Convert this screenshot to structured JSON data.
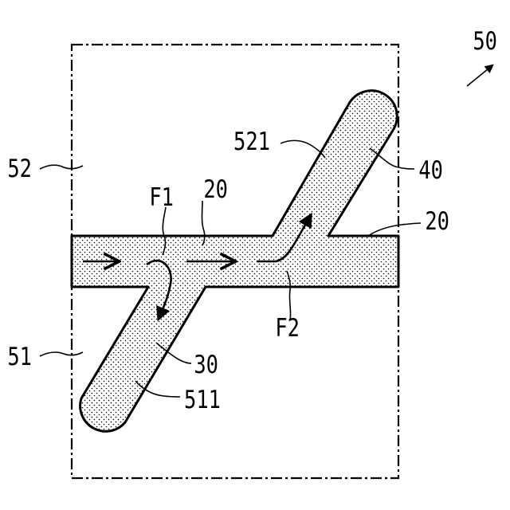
{
  "labels": {
    "assembly": "50",
    "region_upper": "52",
    "region_lower": "51",
    "main_channel_left": "20",
    "main_channel_right": "20",
    "branch_upper": "40",
    "branch_lower": "30",
    "branch_upper_wall": "521",
    "branch_lower_wall": "511",
    "flow_1": "F1",
    "flow_2": "F2"
  },
  "colors": {
    "line": "#000000",
    "fill_dots": "#000000",
    "background": "#ffffff"
  }
}
